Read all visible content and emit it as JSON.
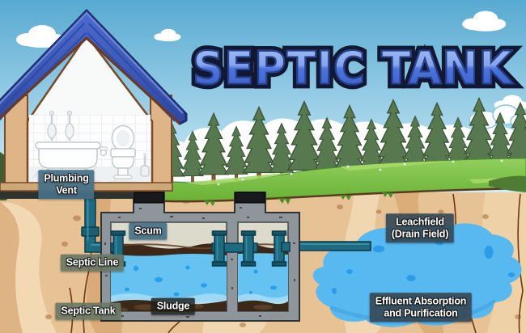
{
  "title": "SEPTIC TANK",
  "labels": {
    "plumbing_vent": {
      "lines": [
        "Plumbing",
        "Vent"
      ]
    },
    "septic_line": {
      "lines": [
        "Septic Line"
      ]
    },
    "septic_tank": {
      "lines": [
        "Septic Tank"
      ]
    },
    "scum": {
      "lines": [
        "Scum"
      ]
    },
    "sludge": {
      "lines": [
        "Sludge"
      ]
    },
    "leachfield": {
      "lines": [
        "Leachfield",
        "(Drain Field)"
      ]
    },
    "effluent": {
      "lines": [
        "Effluent Absorption",
        "and Purification"
      ]
    }
  },
  "colors": {
    "title_blue": "#4a6fd8",
    "title_outline": "#131832",
    "sky_top": "#58aad2",
    "sky_bottom": "#d7f0f9",
    "roof_blue": "#3b57b8",
    "grass_green": "#7ec24b",
    "soil_tan": "#e6c295",
    "tank_concrete_gray": "#8e959b",
    "water_blue": "#66c3f1",
    "leachfield_blue": "#58b9f0",
    "pipe_teal": "#1e6a80",
    "scum_brown": "#3c2718",
    "sludge_brown": "#3a2819",
    "label_steel_blue": "#467088",
    "label_sage_green": "#6a7864",
    "label_dark_slate": "#364a58",
    "label_charcoal": "#1e2018"
  },
  "illustrations": [
    "cutaway-house-with-bathroom",
    "pine-tree-row",
    "grass-hill",
    "underground-soil-cross-section",
    "two-chamber-septic-tank",
    "leachfield-effluent-plume",
    "plumbing-vent-pipe"
  ]
}
